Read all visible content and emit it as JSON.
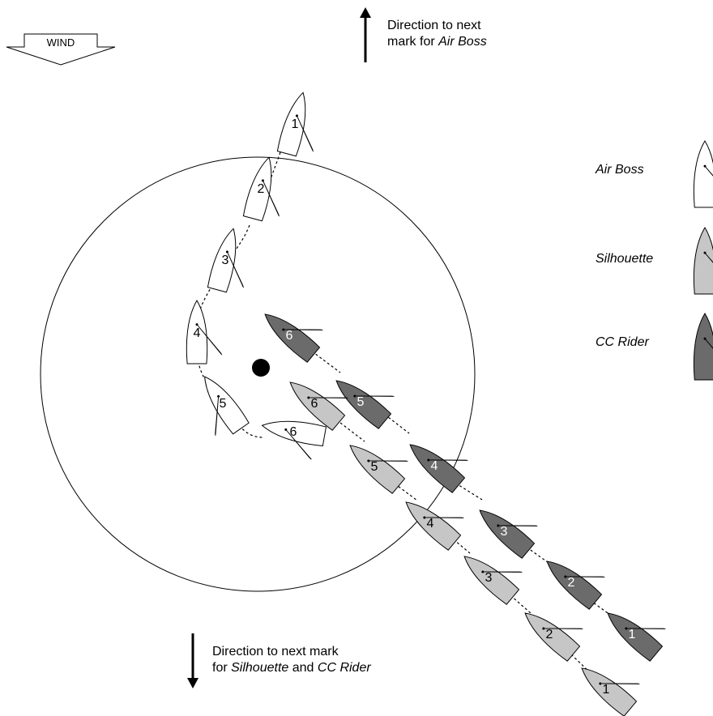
{
  "wind": {
    "label": "WIND"
  },
  "directions": {
    "air_boss": {
      "line1": "Direction to next",
      "line2_prefix": "mark for ",
      "boat": "Air Boss"
    },
    "others": {
      "line1": "Direction to next mark",
      "line2_prefix": "for ",
      "boat_a": "Silhouette",
      "conj": " and ",
      "boat_b": "CC Rider"
    }
  },
  "legend": [
    {
      "name": "Air Boss",
      "fill": "#ffffff"
    },
    {
      "name": "Silhouette",
      "fill": "#c6c6c6"
    },
    {
      "name": "CC Rider",
      "fill": "#6b6b6b"
    }
  ],
  "colors": {
    "air_boss": "#ffffff",
    "silhouette": "#c6c6c6",
    "cc_rider": "#6b6b6b",
    "stroke": "#000000"
  },
  "positions": {
    "air_boss": [
      "1",
      "2",
      "3",
      "4",
      "5",
      "6"
    ],
    "silhouette": [
      "1",
      "2",
      "3",
      "4",
      "5",
      "6"
    ],
    "cc_rider": [
      "1",
      "2",
      "3",
      "4",
      "5",
      "6"
    ]
  }
}
